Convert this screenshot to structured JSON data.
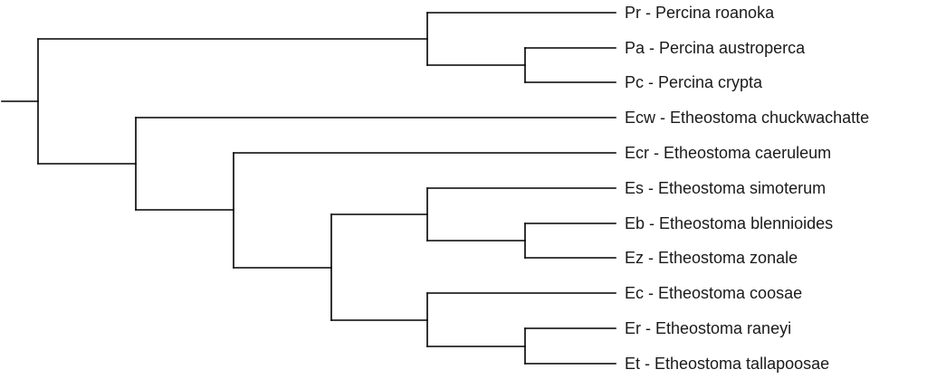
{
  "tree": {
    "taxa": [
      {
        "abbr": "Pr",
        "name": "Percina roanoka",
        "label": "Pr - Percina roanoka"
      },
      {
        "abbr": "Pa",
        "name": "Percina austroperca",
        "label": "Pa - Percina austroperca"
      },
      {
        "abbr": "Pc",
        "name": "Percina crypta",
        "label": "Pc - Percina crypta"
      },
      {
        "abbr": "Ecw",
        "name": "Etheostoma chuckwachatte",
        "label": "Ecw - Etheostoma chuckwachatte"
      },
      {
        "abbr": "Ecr",
        "name": "Etheostoma caeruleum",
        "label": "Ecr - Etheostoma caeruleum"
      },
      {
        "abbr": "Es",
        "name": "Etheostoma simoterum",
        "label": "Es - Etheostoma simoterum"
      },
      {
        "abbr": "Eb",
        "name": "Etheostoma blennioides",
        "label": "Eb - Etheostoma blennioides"
      },
      {
        "abbr": "Ez",
        "name": "Etheostoma zonale",
        "label": "Ez - Etheostoma zonale"
      },
      {
        "abbr": "Ec",
        "name": "Etheostoma coosae",
        "label": "Ec - Etheostoma coosae"
      },
      {
        "abbr": "Er",
        "name": "Etheostoma raneyi",
        "label": "Er - Etheostoma raneyi"
      },
      {
        "abbr": "Et",
        "name": "Etheostoma tallapoosae",
        "label": "Et - Etheostoma tallapoosae"
      }
    ],
    "newick": "((Pr,(Pa,Pc)),(Ecw,(Ecr,((Es,(Eb,Ez)),(Ec,(Er,Et))))))",
    "line_color": "#000000"
  }
}
